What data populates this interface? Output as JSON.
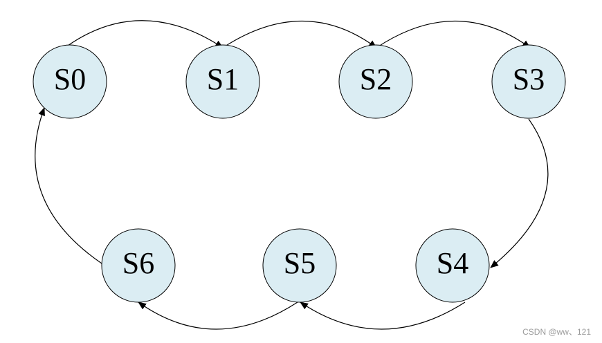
{
  "states": [
    {
      "id": "S0",
      "label": "S0"
    },
    {
      "id": "S1",
      "label": "S1"
    },
    {
      "id": "S2",
      "label": "S2"
    },
    {
      "id": "S3",
      "label": "S3"
    },
    {
      "id": "S4",
      "label": "S4"
    },
    {
      "id": "S5",
      "label": "S5"
    },
    {
      "id": "S6",
      "label": "S6"
    }
  ],
  "transitions": [
    {
      "from": "S0",
      "to": "S1"
    },
    {
      "from": "S1",
      "to": "S2"
    },
    {
      "from": "S2",
      "to": "S3"
    },
    {
      "from": "S3",
      "to": "S4"
    },
    {
      "from": "S4",
      "to": "S5"
    },
    {
      "from": "S5",
      "to": "S6"
    },
    {
      "from": "S6",
      "to": "S0"
    }
  ],
  "colors": {
    "node_fill": "#dbedf3",
    "stroke": "#000000",
    "watermark": "#9a9a9a"
  },
  "watermark": "CSDN @ww、121"
}
